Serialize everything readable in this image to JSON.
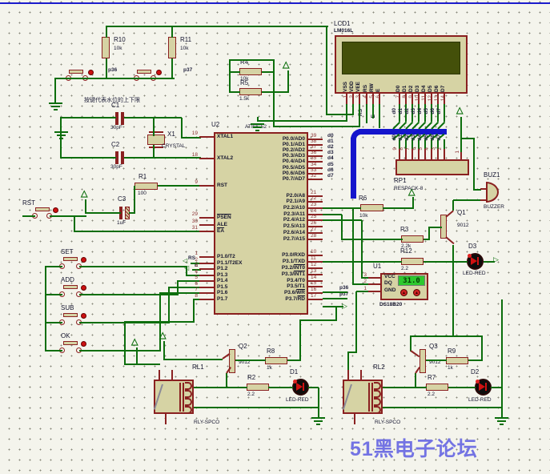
{
  "annotation": {
    "note": "按键代表水位的上下限",
    "watermark": "51黑电子论坛"
  },
  "mcu": {
    "ref": "U2",
    "part": "AT89C52",
    "left_pins": [
      {
        "num": "19",
        "name": "XTAL1"
      },
      {
        "num": "18",
        "name": "XTAL2"
      },
      {
        "num": "9",
        "name": "RST"
      },
      {
        "num": "29",
        "pre": "",
        "ov": "PSEN"
      },
      {
        "num": "30",
        "name": "ALE"
      },
      {
        "num": "31",
        "pre": "",
        "ov": "EA"
      },
      {
        "num": "1",
        "name": "P1.0/T2"
      },
      {
        "num": "2",
        "name": "P1.1/T2EX"
      },
      {
        "num": "3",
        "name": "P1.2"
      },
      {
        "num": "4",
        "name": "P1.3"
      },
      {
        "num": "5",
        "name": "P1.4"
      },
      {
        "num": "6",
        "name": "P1.5"
      },
      {
        "num": "7",
        "name": "P1.6"
      },
      {
        "num": "8",
        "name": "P1.7"
      }
    ],
    "right_pins": [
      {
        "num": "39",
        "name": "P0.0/AD0"
      },
      {
        "num": "38",
        "name": "P0.1/AD1"
      },
      {
        "num": "37",
        "name": "P0.2/AD2"
      },
      {
        "num": "36",
        "name": "P0.3/AD3"
      },
      {
        "num": "35",
        "name": "P0.4/AD4"
      },
      {
        "num": "34",
        "name": "P0.5/AD5"
      },
      {
        "num": "33",
        "name": "P0.6/AD6"
      },
      {
        "num": "32",
        "name": "P0.7/AD7"
      },
      {
        "num": "21",
        "name": "P2.0/A8"
      },
      {
        "num": "22",
        "name": "P2.1/A9"
      },
      {
        "num": "23",
        "name": "P2.2/A10"
      },
      {
        "num": "24",
        "name": "P2.3/A11"
      },
      {
        "num": "25",
        "name": "P2.4/A12"
      },
      {
        "num": "26",
        "name": "P2.5/A13"
      },
      {
        "num": "27",
        "name": "P2.6/A14"
      },
      {
        "num": "28",
        "name": "P2.7/A15"
      },
      {
        "num": "10",
        "name": "P3.0/RXD"
      },
      {
        "num": "11",
        "name": "P3.1/TXD"
      },
      {
        "num": "12",
        "pre": "P3.2/",
        "ov": "INT0"
      },
      {
        "num": "13",
        "pre": "P3.3/",
        "ov": "INT1"
      },
      {
        "num": "14",
        "name": "P3.4/T0"
      },
      {
        "num": "15",
        "name": "P3.5/T1"
      },
      {
        "num": "16",
        "pre": "P3.6/",
        "ov": "WR"
      },
      {
        "num": "17",
        "pre": "P3.7/",
        "ov": "RD"
      }
    ]
  },
  "lcd": {
    "ref": "LCD1",
    "part": "LM016L",
    "pins": [
      {
        "num": "1",
        "name": "VSS"
      },
      {
        "num": "2",
        "name": "VDD"
      },
      {
        "num": "3",
        "name": "VEE"
      },
      {
        "num": "4",
        "name": "RS"
      },
      {
        "num": "5",
        "name": "RW"
      },
      {
        "num": "6",
        "name": "E"
      },
      {
        "num": "7",
        "name": "D0"
      },
      {
        "num": "8",
        "name": "D1"
      },
      {
        "num": "9",
        "name": "D2"
      },
      {
        "num": "10",
        "name": "D3"
      },
      {
        "num": "11",
        "name": "D4"
      },
      {
        "num": "12",
        "name": "D5"
      },
      {
        "num": "13",
        "name": "D6"
      },
      {
        "num": "14",
        "name": "D7"
      }
    ]
  },
  "rp1": {
    "ref": "RP1",
    "part": "RESPACK-8",
    "pin1": "1",
    "pin_numbers": [
      "9",
      "8",
      "7",
      "6",
      "5",
      "4",
      "3",
      "2"
    ]
  },
  "bus_nets": [
    "d0",
    "d1",
    "d2",
    "d3",
    "d4",
    "d5",
    "d6",
    "d7"
  ],
  "buzzer": {
    "ref": "BUZ1",
    "part": "BUZZER"
  },
  "sensor": {
    "ref": "U1",
    "part": "DS18B20",
    "display": "31.0",
    "pins": [
      {
        "num": "3",
        "name": "VCC"
      },
      {
        "num": "2",
        "name": "DQ"
      },
      {
        "num": "1",
        "name": "GND"
      }
    ]
  },
  "crystal": {
    "ref": "X1",
    "part": "CRYSTAL"
  },
  "resistors": [
    {
      "ref": "R10",
      "value": "10k"
    },
    {
      "ref": "R11",
      "value": "10k"
    },
    {
      "ref": "R4",
      "value": "10k"
    },
    {
      "ref": "R5",
      "value": "1.5k"
    },
    {
      "ref": "R1",
      "value": "100"
    },
    {
      "ref": "R6",
      "value": "10k"
    },
    {
      "ref": "R3",
      "value": "2.2k"
    },
    {
      "ref": "R12",
      "value": "2.2"
    },
    {
      "ref": "R8",
      "value": "1k"
    },
    {
      "ref": "R2",
      "value": "2.2"
    },
    {
      "ref": "R9",
      "value": "1k"
    },
    {
      "ref": "R7",
      "value": "2.2"
    }
  ],
  "capacitors": [
    {
      "ref": "C1",
      "value": "30pF"
    },
    {
      "ref": "C2",
      "value": "30pF"
    },
    {
      "ref": "C3",
      "value": "1uF"
    }
  ],
  "transistors": [
    {
      "ref": "Q1",
      "part": "9012"
    },
    {
      "ref": "Q2",
      "part": "9012"
    },
    {
      "ref": "Q3",
      "part": "9012"
    }
  ],
  "relays": [
    {
      "ref": "RL1",
      "part": "RLY-SPCO"
    },
    {
      "ref": "RL2",
      "part": "RLY-SPCO"
    }
  ],
  "leds": [
    {
      "ref": "D1",
      "part": "LED-RED"
    },
    {
      "ref": "D2",
      "part": "LED-RED"
    },
    {
      "ref": "D3",
      "part": "LED-RED"
    }
  ],
  "buttons": {
    "reset": "RST",
    "keys": [
      "SET",
      "ADD",
      "SUB",
      "OK"
    ]
  },
  "nets": {
    "p36": "p36",
    "p37": "p37",
    "rs": "RS",
    "e": "E"
  },
  "colors": {
    "wire": "#0c6e0c",
    "pin": "#8b2222",
    "bus": "#1515cc",
    "body": "#d6d3a4",
    "outline": "#8a2020",
    "screen": "#44500a",
    "watermark": "#7373e3"
  }
}
